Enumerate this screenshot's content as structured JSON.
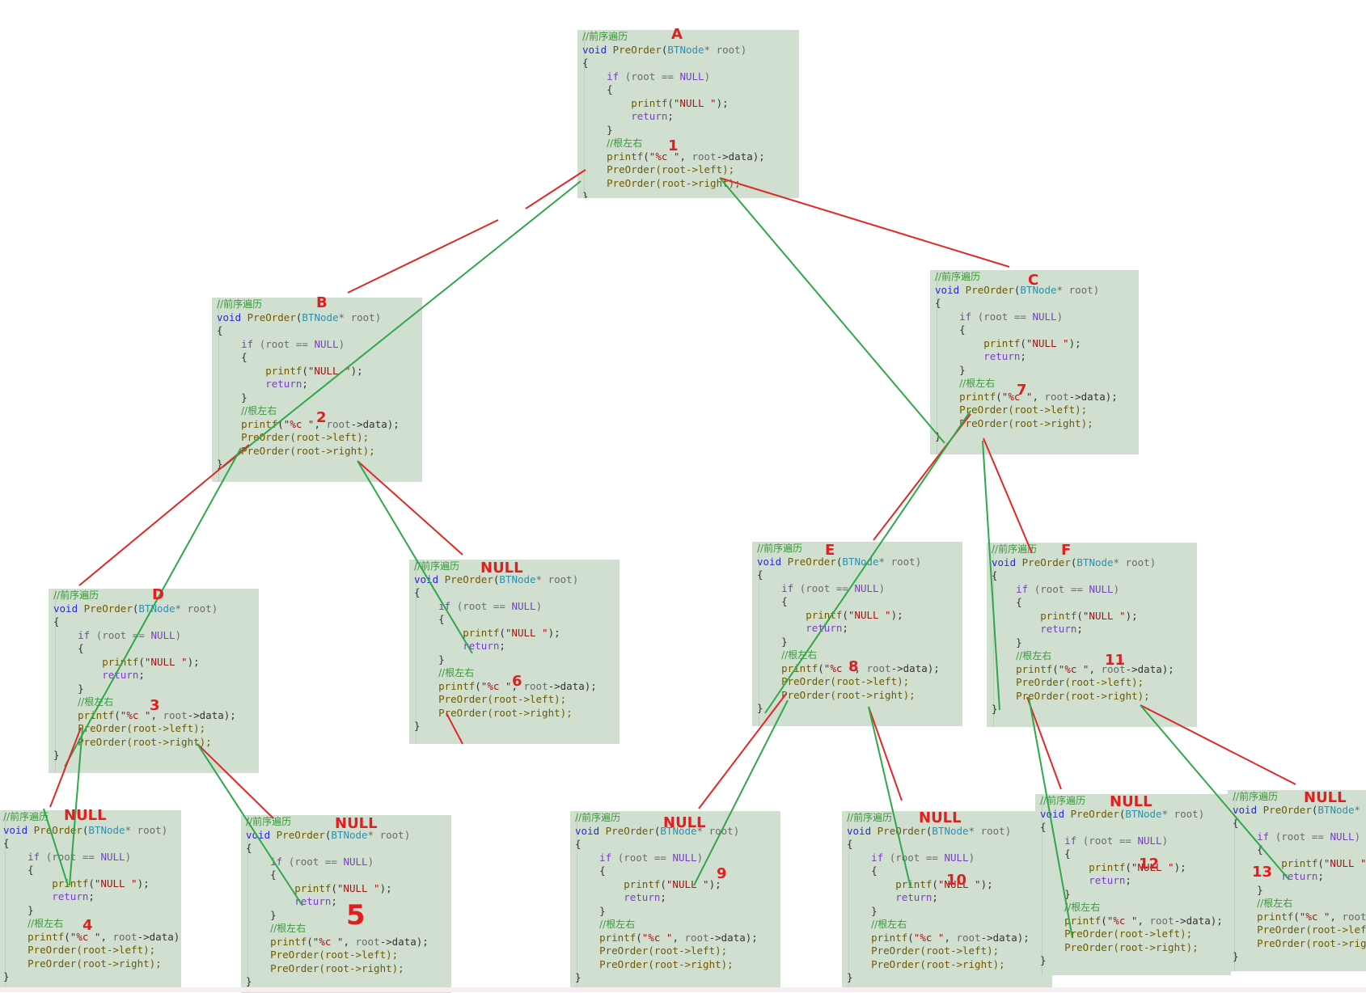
{
  "code": {
    "comment": "//前序遍历",
    "fn_void": "void",
    "fn_name": "PreOrder",
    "fn_type": "BTNode",
    "fn_param": "* root)",
    "open_brace": "{",
    "close_brace": "}",
    "if_kw": "if",
    "if_cond_open": " (",
    "if_cond_root": "root",
    "if_cond_eq": " == ",
    "if_cond_null": "NULL",
    "if_cond_close": ")",
    "printf_fn": "printf",
    "printf_null_str": "\"NULL \"",
    "printf_null_end": ");",
    "return_kw": "return",
    "return_end": ";",
    "order_comment": "//根左右",
    "printf_data_str": "\"%c \"",
    "printf_data_mid": ", ",
    "printf_data_root": "root",
    "printf_data_end": "->data);",
    "preorder_left": "PreOrder(root->left);",
    "preorder_right": "PreOrder(root->right);"
  },
  "labels": {
    "A": "A",
    "B": "B",
    "C": "C",
    "D": "D",
    "E": "E",
    "F": "F",
    "null": "NULL",
    "step1": "1",
    "step2": "2",
    "step3": "3",
    "step4": "4",
    "step5": "5",
    "step6": "6",
    "step7": "7",
    "step8": "8",
    "step9": "9",
    "step10": "10",
    "step11": "11",
    "step12": "12",
    "step13": "13"
  },
  "colors": {
    "node_bg": "#d0dfd0",
    "call_edge": "#e02828",
    "return_edge": "#2ea84a",
    "label": "#e02020"
  }
}
